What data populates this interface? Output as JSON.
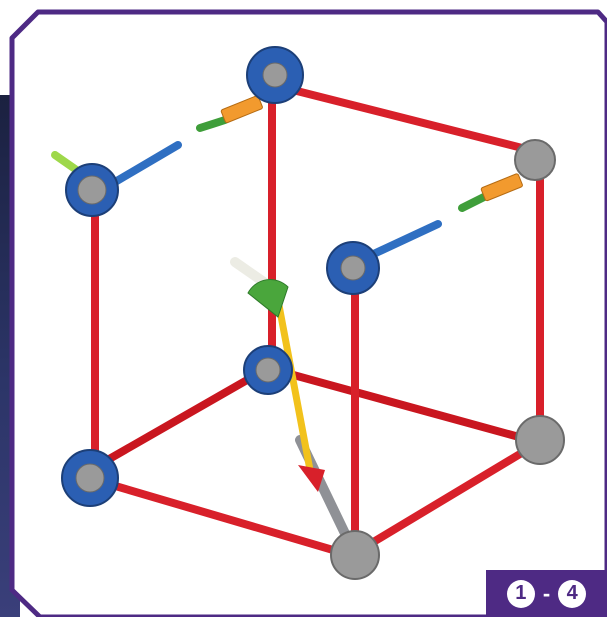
{
  "step_range": {
    "start": "1",
    "separator": "-",
    "end": "4"
  },
  "colors": {
    "frame": "#4e2a84",
    "rod_red": "#d8202a",
    "rod_yellow": "#f2c21c",
    "rod_gray": "#8f9196",
    "rod_blue": "#2f6fc2",
    "rod_green": "#3f9e3a",
    "rod_lime": "#9ed84a",
    "rod_white": "#ecece4",
    "connector_blue": "#2b5fb3",
    "connector_gray": "#9a9a9a",
    "connector_green": "#4aa63c",
    "connector_orange": "#f29a2e"
  },
  "illustration": "cube-frame-model"
}
